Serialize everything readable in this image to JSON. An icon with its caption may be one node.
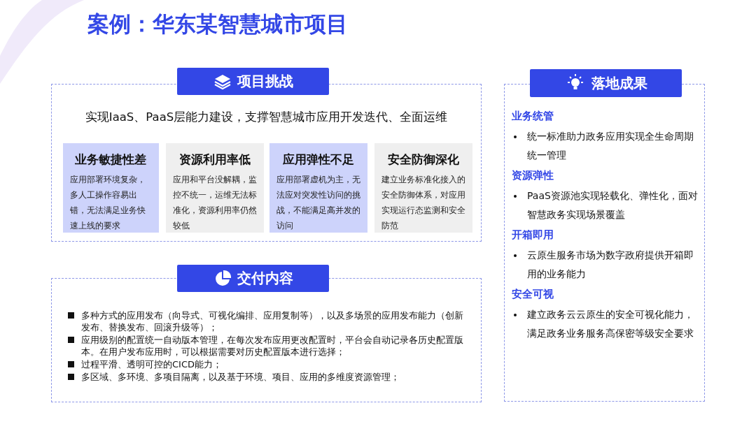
{
  "diagram": {
    "title": "案例：华东某智慧城市项目",
    "nodes": [
      {
        "text": [
          "项目挑战",
          "实现IaaS、PaaS层能力建设，支撑智慧城市应用开发迭代、全面运维"
        ]
      },
      {
        "text": [
          "业务敏捷性差",
          "应用部署环境复杂，多人工操作容易出错，无法满足业务快速上线的要求"
        ],
        "in": 0
      },
      {
        "text": [
          "资源利用率低",
          "应用和平台没解耦，监控不统一，运维无法标准化，资源利用率仍然较低"
        ],
        "in": 0
      },
      {
        "text": [
          "应用弹性不足",
          "应用部署虚机为主，无法应对突发性访问的挑战，不能满足高并发的访问"
        ],
        "in": 0
      },
      {
        "text": [
          "安全防御深化",
          "建立业务标准化接入的安全防御体系，对应用实现运行态监测和安全防范"
        ],
        "in": 0
      },
      {
        "text": [
          "交付内容",
          "多种方式的应用发布（向导式、可视化编排、应用复制等），以及多场景的应用发布能力（创新发布、替换发布、回滚升级等）；",
          "应用级别的配置统一自动版本管理，在每次发布应用更改配置时，平台会自动记录各历史配置版本。在用户发布应用时，可以根据需要对历史配置版本进行选择；",
          "过程平滑、透明可控的CICD能力；",
          "多区域、多环境、多项目隔离，以及基于环境、项目、应用的多维度资源管理；"
        ]
      },
      {
        "text": [
          "落地成果",
          "业务统管",
          "统一标准助力政务应用实现全生命周期统一管理",
          "资源弹性",
          "PaaS资源池实现轻载化、弹性化，面对智慧政务实现场景覆盖",
          "开箱即用",
          "云原生服务市场为数字政府提供开箱即用的业务能力",
          "安全可视",
          "建立政务云云原生的安全可视化能力，满足政务业务服务高保密等级安全要求"
        ]
      }
    ],
    "edges": []
  }
}
